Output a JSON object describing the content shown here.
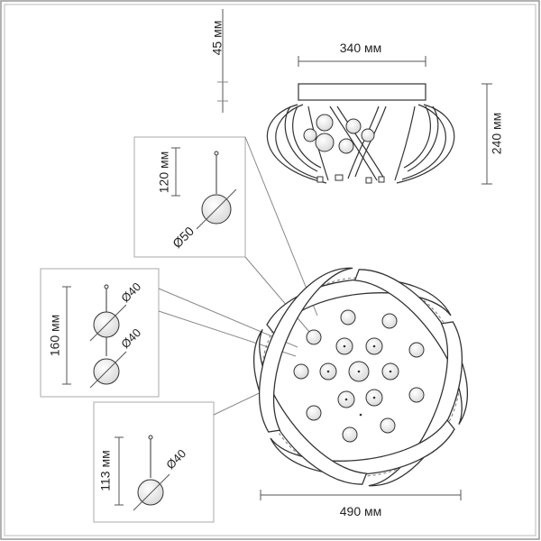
{
  "dimensions": {
    "height_canopy": "45 мм",
    "width_top": "340 мм",
    "height_side": "240 мм",
    "width_bottom": "490 мм"
  },
  "detail_a": {
    "length": "120 мм",
    "diameter": "Ø50"
  },
  "detail_b": {
    "length": "160 мм",
    "diameter_top": "Ø40",
    "diameter_bottom": "Ø40"
  },
  "detail_c": {
    "length": "113 мм",
    "diameter": "Ø40"
  },
  "colors": {
    "line": "#333333",
    "panel_border": "#aaaaaa",
    "dashed": "#888888"
  }
}
